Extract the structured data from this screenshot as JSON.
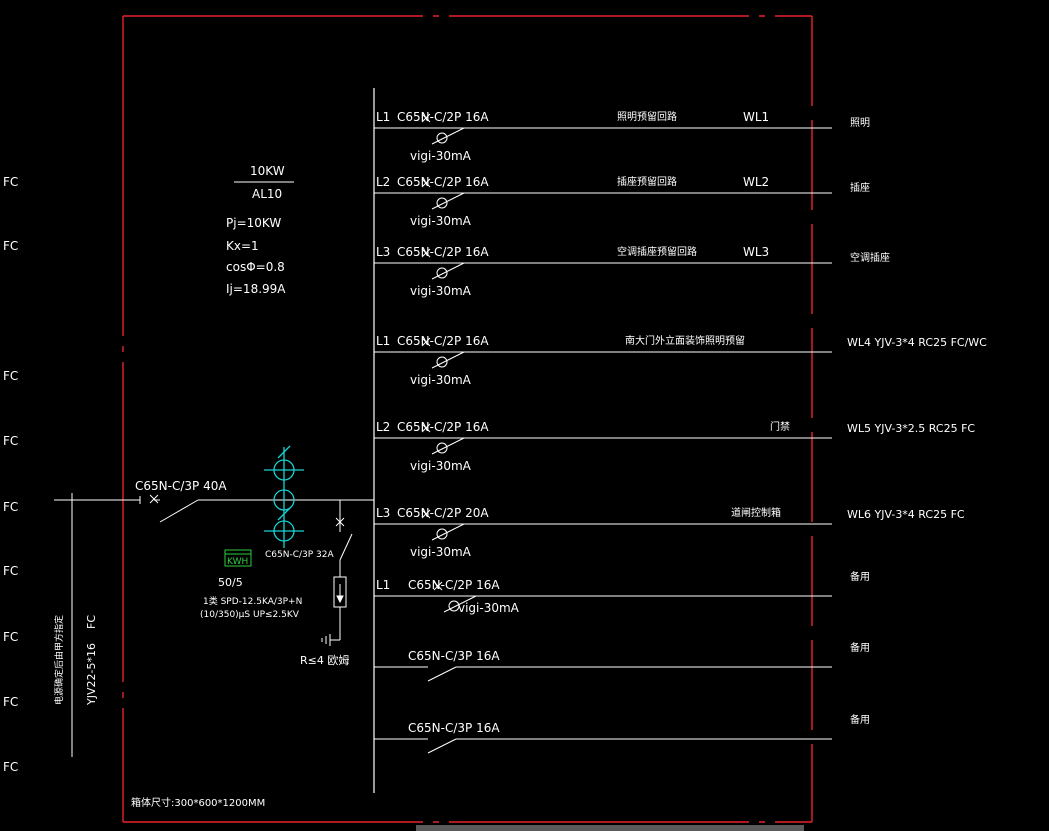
{
  "colors": {
    "background": "#000000",
    "line": "#ffffff",
    "border": "#e8232a",
    "meter": "#2ecc40",
    "transformer": "#19d3d3"
  },
  "left_labels": [
    "FC",
    "FC",
    "FC",
    "FC",
    "FC",
    "FC",
    "FC",
    "FC",
    "FC"
  ],
  "summary": {
    "power": "10KW",
    "panel": "AL10",
    "pj": "Pj=10KW",
    "kx": "Kx=1",
    "cos": "cosΦ=0.8",
    "ij": "Ij=18.99A"
  },
  "incoming": {
    "breaker": "C65N-C/3P 40A",
    "cable_note": "电源确定后由甲方指定",
    "cable": "YJV22-5*16",
    "cable_method": "FC",
    "transformer_breaker": "C65N-C/3P 32A",
    "meter_label": "KWH",
    "ct_ratio": "50/5",
    "spd_line1": "1类  SPD-12.5KA/3P+N",
    "spd_line2": "(10/350)μS  UP≤2.5KV",
    "ground": "R≤4 欧姆"
  },
  "footer_note": "箱体尺寸:300*600*1200MM",
  "circuits": [
    {
      "phase": "L1",
      "breaker": "C65N-C/2P 16A",
      "rcd": "vigi-30mA",
      "desc": "照明预留回路",
      "wl": "WL1",
      "cable": "",
      "dest": "照明"
    },
    {
      "phase": "L2",
      "breaker": "C65N-C/2P 16A",
      "rcd": "vigi-30mA",
      "desc": "插座预留回路",
      "wl": "WL2",
      "cable": "",
      "dest": "插座"
    },
    {
      "phase": "L3",
      "breaker": "C65N-C/2P 16A",
      "rcd": "vigi-30mA",
      "desc": "空调插座预留回路",
      "wl": "WL3",
      "cable": "",
      "dest": "空调插座"
    },
    {
      "phase": "L1",
      "breaker": "C65N-C/2P 16A",
      "rcd": "vigi-30mA",
      "desc": "南大门外立面装饰照明预留",
      "wl": "",
      "cable": "",
      "dest": "WL4   YJV-3*4  RC25  FC/WC"
    },
    {
      "phase": "L2",
      "breaker": "C65N-C/2P 16A",
      "rcd": "vigi-30mA",
      "desc": "门禁",
      "wl": "",
      "cable": "",
      "dest": "WL5   YJV-3*2.5  RC25  FC"
    },
    {
      "phase": "L3",
      "breaker": "C65N-C/2P 20A",
      "rcd": "vigi-30mA",
      "desc": "道闸控制箱",
      "wl": "",
      "cable": "",
      "dest": "WL6   YJV-3*4  RC25  FC"
    },
    {
      "phase": "L1",
      "breaker": "C65N-C/2P 16A",
      "rcd": "vigi-30mA",
      "desc": "",
      "wl": "",
      "cable": "",
      "dest": "备用"
    },
    {
      "phase": "",
      "breaker": "C65N-C/3P 16A",
      "rcd": "",
      "desc": "",
      "wl": "",
      "cable": "",
      "dest": "备用"
    },
    {
      "phase": "",
      "breaker": "C65N-C/3P 16A",
      "rcd": "",
      "desc": "",
      "wl": "",
      "cable": "",
      "dest": "备用"
    }
  ]
}
